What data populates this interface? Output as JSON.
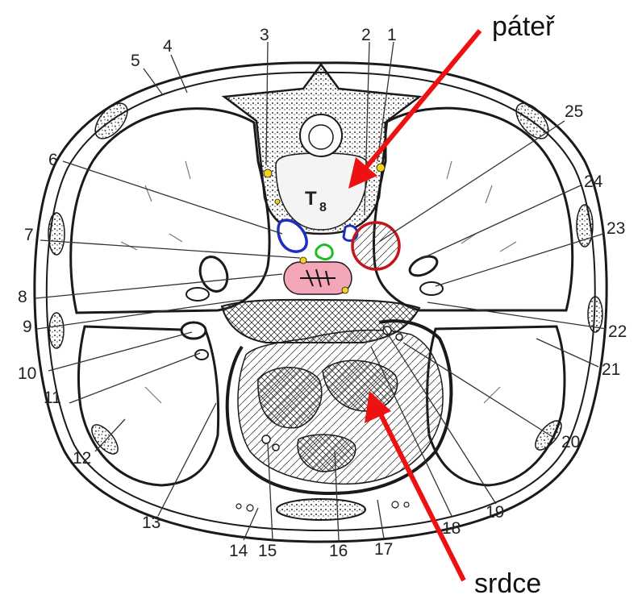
{
  "figure": {
    "vertebra_label": "T",
    "vertebra_sub": "8",
    "callouts": [
      {
        "text": "páteř",
        "color": "#ee1111"
      },
      {
        "text": "srdce",
        "color": "#ee1111"
      }
    ],
    "numbers": [
      "1",
      "2",
      "3",
      "4",
      "5",
      "6",
      "7",
      "8",
      "9",
      "10",
      "11",
      "12",
      "13",
      "14",
      "15",
      "16",
      "17",
      "18",
      "19",
      "20",
      "21",
      "22",
      "23",
      "24",
      "25"
    ],
    "colors": {
      "outline": "#1a1a1a",
      "vein_blue": "#1f2fbf",
      "aorta_red": "#c0161c",
      "esophagus_pink": "#f2a6b8",
      "green_node": "#22bb22",
      "yellow_dot": "#f2d21b",
      "arrow": "#ee1111"
    }
  }
}
